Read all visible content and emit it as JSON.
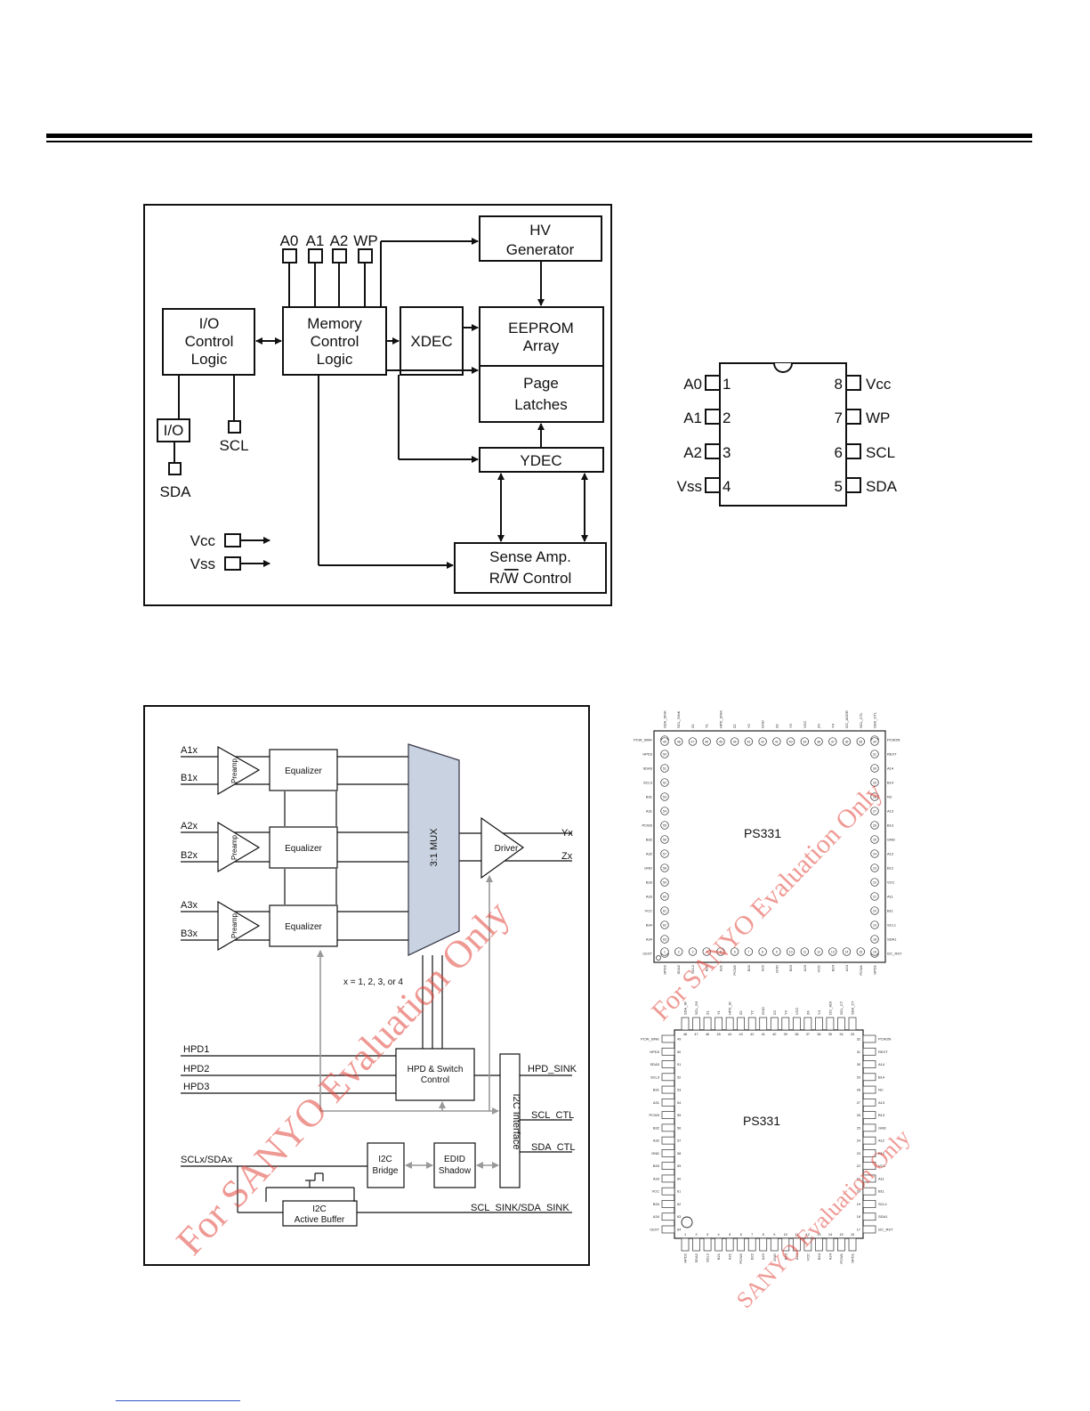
{
  "eeprom_block": {
    "pins": [
      "A0",
      "A1",
      "A2",
      "WP"
    ],
    "hv": [
      "HV",
      "Generator"
    ],
    "io_logic": [
      "I/O",
      "Control",
      "Logic"
    ],
    "mem_logic": [
      "Memory",
      "Control",
      "Logic"
    ],
    "xdec": "XDEC",
    "array": [
      "EEPROM",
      "Array"
    ],
    "latches": [
      "Page",
      "Latches"
    ],
    "ydec": "YDEC",
    "io": "I/O",
    "scl": "SCL",
    "sda": "SDA",
    "vcc": "Vcc",
    "vss": "Vss",
    "sense": [
      "Sense Amp.",
      "R/",
      "W",
      " Control"
    ]
  },
  "dip8": {
    "left": [
      {
        "name": "A0",
        "num": "1"
      },
      {
        "name": "A1",
        "num": "2"
      },
      {
        "name": "A2",
        "num": "3"
      },
      {
        "name": "Vss",
        "num": "4"
      }
    ],
    "right": [
      {
        "num": "8",
        "name": "Vcc"
      },
      {
        "num": "7",
        "name": "WP"
      },
      {
        "num": "6",
        "name": "SCL"
      },
      {
        "num": "5",
        "name": "SDA"
      }
    ]
  },
  "switch_block": {
    "inputs": [
      [
        "A1x",
        "B1x"
      ],
      [
        "A2x",
        "B2x"
      ],
      [
        "A3x",
        "B3x"
      ]
    ],
    "preamp": "Preamp",
    "equalizer": "Equalizer",
    "mux": "3:1 MUX",
    "driver": "Driver",
    "yx": "Yx",
    "zx": "Zx",
    "note": "x = 1, 2, 3, or 4",
    "hpd_in": [
      "HPD1",
      "HPD2",
      "HPD3"
    ],
    "hpd_switch": [
      "HPD & Switch",
      "Control"
    ],
    "hpd_sink": "HPD_SINK",
    "i2c_interface": "I2C Interface",
    "scl_ctl": "SCL_CTL",
    "sda_ctl": "SDA_CTL",
    "sclsda": "SCLx/SDAx",
    "i2c_bridge": [
      "I2C",
      "Bridge"
    ],
    "edid": [
      "EDID",
      "Shadow"
    ],
    "active_buffer": [
      "I2C",
      "Active Buffer"
    ],
    "scl_sda_sink": "SCL_SINK/SDA_SINK"
  },
  "pkg_top": {
    "chip": "PS331",
    "top_labels": [
      "SDA_SINK",
      "SCL_SINK",
      "Z1",
      "Y1",
      "HPD_SINK",
      "Z2",
      "Y2",
      "GND",
      "Z3",
      "Y3",
      "VCC",
      "Z4",
      "Y4",
      "I2C_ADDR",
      "SCL_CTL",
      "SDA_CTL"
    ],
    "top_nums": [
      "49",
      "48",
      "47",
      "46",
      "45",
      "44",
      "43",
      "42",
      "41",
      "40",
      "39",
      "38",
      "37",
      "36",
      "35",
      "34",
      "33"
    ],
    "left_labels": [
      "PCW_SINK",
      "HPD3",
      "SDA3",
      "SCL3",
      "B31",
      "A31",
      "PCW3",
      "B32",
      "A32",
      "GND",
      "B33",
      "A33",
      "VCC",
      "B34",
      "A34",
      "CEXT"
    ],
    "left_nums": [
      "49",
      "50",
      "51",
      "52",
      "53",
      "54",
      "55",
      "56",
      "57",
      "58",
      "59",
      "60",
      "61",
      "62",
      "63",
      "64"
    ],
    "right_labels": [
      "PCW2N",
      "REXT",
      "A14",
      "B14",
      "NC",
      "A13",
      "B13",
      "GND",
      "A12",
      "B12",
      "VCC",
      "A11",
      "B11",
      "SCL1",
      "SDA1",
      "I2C_RST"
    ],
    "right_nums": [
      "32",
      "31",
      "30",
      "29",
      "28",
      "27",
      "26",
      "25",
      "24",
      "23",
      "22",
      "21",
      "20",
      "19",
      "18",
      "17"
    ],
    "bottom_labels": [
      "HPD2",
      "SDA2",
      "SCL2",
      "B21",
      "A21",
      "PCW2",
      "B22",
      "A22",
      "GND",
      "B23",
      "A23",
      "VCC",
      "B24",
      "A24",
      "PCW1",
      "HPD1"
    ],
    "bottom_nums": [
      "1",
      "2",
      "3",
      "4",
      "5",
      "6",
      "7",
      "8",
      "9",
      "10",
      "11",
      "12",
      "13",
      "14",
      "15",
      "16"
    ]
  },
  "pkg_bottom": {
    "chip": "PS331",
    "top_labels": [
      "SDA_SINK",
      "SCL_SINK",
      "Z1",
      "Y1",
      "HPD_SINK",
      "Z2",
      "Y2",
      "GND",
      "Z3",
      "Y3",
      "VCC",
      "Z4",
      "Y4",
      "I2C_ADDR",
      "SCL_CTL",
      "SDA_CTL"
    ],
    "top_nums": [
      "48",
      "47",
      "46",
      "45",
      "44",
      "43",
      "42",
      "41",
      "40",
      "39",
      "38",
      "37",
      "36",
      "35",
      "34",
      "33"
    ],
    "left_labels": [
      "PCW_SINK",
      "HPD3",
      "SDA3",
      "SCL3",
      "B31",
      "A31",
      "PCW3",
      "B32",
      "A32",
      "GND",
      "B33",
      "A33",
      "VCC",
      "B34",
      "A34",
      "CEXT"
    ],
    "left_nums": [
      "49",
      "50",
      "51",
      "52",
      "53",
      "54",
      "55",
      "56",
      "57",
      "58",
      "59",
      "60",
      "61",
      "62",
      "63",
      "64"
    ],
    "right_labels": [
      "PCW2N",
      "REXT",
      "A14",
      "B14",
      "NC",
      "A13",
      "B13",
      "GND",
      "A12",
      "B12",
      "VCC",
      "A11",
      "B11",
      "SCL1",
      "SDA1",
      "I2C_RST"
    ],
    "right_nums": [
      "32",
      "31",
      "30",
      "29",
      "28",
      "27",
      "26",
      "25",
      "24",
      "23",
      "22",
      "21",
      "20",
      "19",
      "18",
      "17"
    ],
    "bottom_labels": [
      "HPD2",
      "SDA2",
      "SCL2",
      "B21",
      "A21",
      "PCW2",
      "B22",
      "A22",
      "GND",
      "B23",
      "A23",
      "VCC",
      "B24",
      "A24",
      "PCW1",
      "HPD1"
    ],
    "bottom_nums": [
      "1",
      "2",
      "3",
      "4",
      "5",
      "6",
      "7",
      "8",
      "9",
      "10",
      "11",
      "12",
      "13",
      "14",
      "15",
      "16"
    ]
  },
  "watermarks": [
    "For SANYO Evaluation Only",
    "For SANYO Evaluation Only",
    "SANYO Evaluation Only"
  ]
}
